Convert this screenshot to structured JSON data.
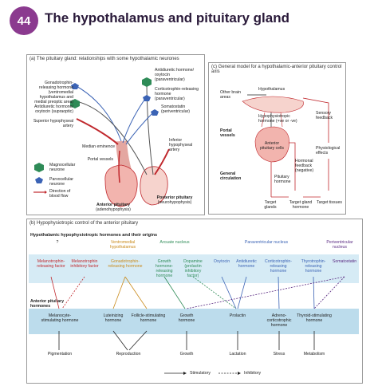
{
  "header": {
    "number": "44",
    "title": "The hypothalamus and pituitary gland"
  },
  "panel_a": {
    "tag": "(a)",
    "caption": "The pituitary gland: relationships with some hypothalamic neurones",
    "labels": {
      "gonadotrophin": "Gonadotrophin-releasing hormone (ventromedial hypothalamus and medial preoptic area)",
      "adh_supraoptic": "Antidiuretic hormone/ oxytocin (supraoptic)",
      "adh_paraventricular": "Antidiuretic hormone/ oxytocin (paraventricular)",
      "crh": "Corticotrophin-releasing hormone (paraventricular)",
      "somatostatin": "Somatostatin (periventricular)",
      "sup_hyp_artery": "Superior hypophyseal artery",
      "median_eminence": "Median eminence",
      "portal_vessels": "Portal vessels",
      "inf_hyp_artery": "Inferior hypophyseal artery",
      "magnocellular": "Magnocellular neurone",
      "parvocellular": "Parvocellular neurone",
      "direction": "Direction of blood flow",
      "ant_pit": "Anterior pituitary",
      "adeno": "(adenohypophysis)",
      "post_pit": "Posterior pituitary",
      "neuro": "(neurohypophysis)"
    }
  },
  "panel_c": {
    "tag": "(c)",
    "caption": "General model for a hypothalamic-anterior pituitary control axis",
    "labels": {
      "other_brain": "Other brain areas",
      "hypothalamus": "Hypothalamus",
      "hypophysiotropic": "Hypophysiotropic hormone (+ve or -ve)",
      "portal_vessels": "Portal vessels",
      "ant_pit_cells": "Anterior pituitary cells",
      "general_circ": "General circulation",
      "hormonal_feedback": "Hormonal feedback (negative)",
      "pituitary_hormone": "Pituitary hormone",
      "sensory_feedback": "Sensory feedback",
      "physiological_effects": "Physiological effects",
      "target_glands": "Target glands",
      "target_gland_hormone": "Target gland hormone",
      "target_tissues": "Target tissues"
    }
  },
  "panel_b": {
    "tag": "(b)",
    "caption": "Hypophysiotropic control of the anterior pituitary",
    "heading": "Hypothalamic hypophysiotropic hormones and their origins",
    "ant_pit_label": "Anterior pituitary hormones",
    "origins": [
      "?",
      "Ventromedial hypothalamus",
      "Arcuate nucleus",
      "Paraventricular nucleus",
      "Periventricular nucleus"
    ],
    "hypothalamic": [
      "Melanotrophin-releasing factor",
      "Melanotrophin inhibitory factor",
      "Gonadotrophin-releasing hormone",
      "Growth hormone-releasing hormone",
      "Dopamine (prolactin inhibitory factor)",
      "Oxytocin",
      "Antidiuretic hormone",
      "Corticotrophin-releasing hormone",
      "Thyrotrophin-releasing hormone",
      "Somatostatin"
    ],
    "pituitary": [
      "Melanocyte-stimulating hormone",
      "Luteinizing hormone",
      "Follicle-stimulating hormone",
      "Growth hormone",
      "Prolactin",
      "Adreno-corticotrophic hormone",
      "Thyroid-stimulating hormone"
    ],
    "effects": [
      "Pigmentation",
      "Reproduction",
      "Growth",
      "Lactation",
      "Stress",
      "Metabolism"
    ],
    "legend": {
      "stimulatory": "Stimulatory",
      "inhibitory": "Inhibitory"
    }
  },
  "colors": {
    "badge": "#8b3a8f",
    "band": "#d6ebf5",
    "band_dark": "#bcdcec",
    "accent_red": "#c0282d"
  }
}
